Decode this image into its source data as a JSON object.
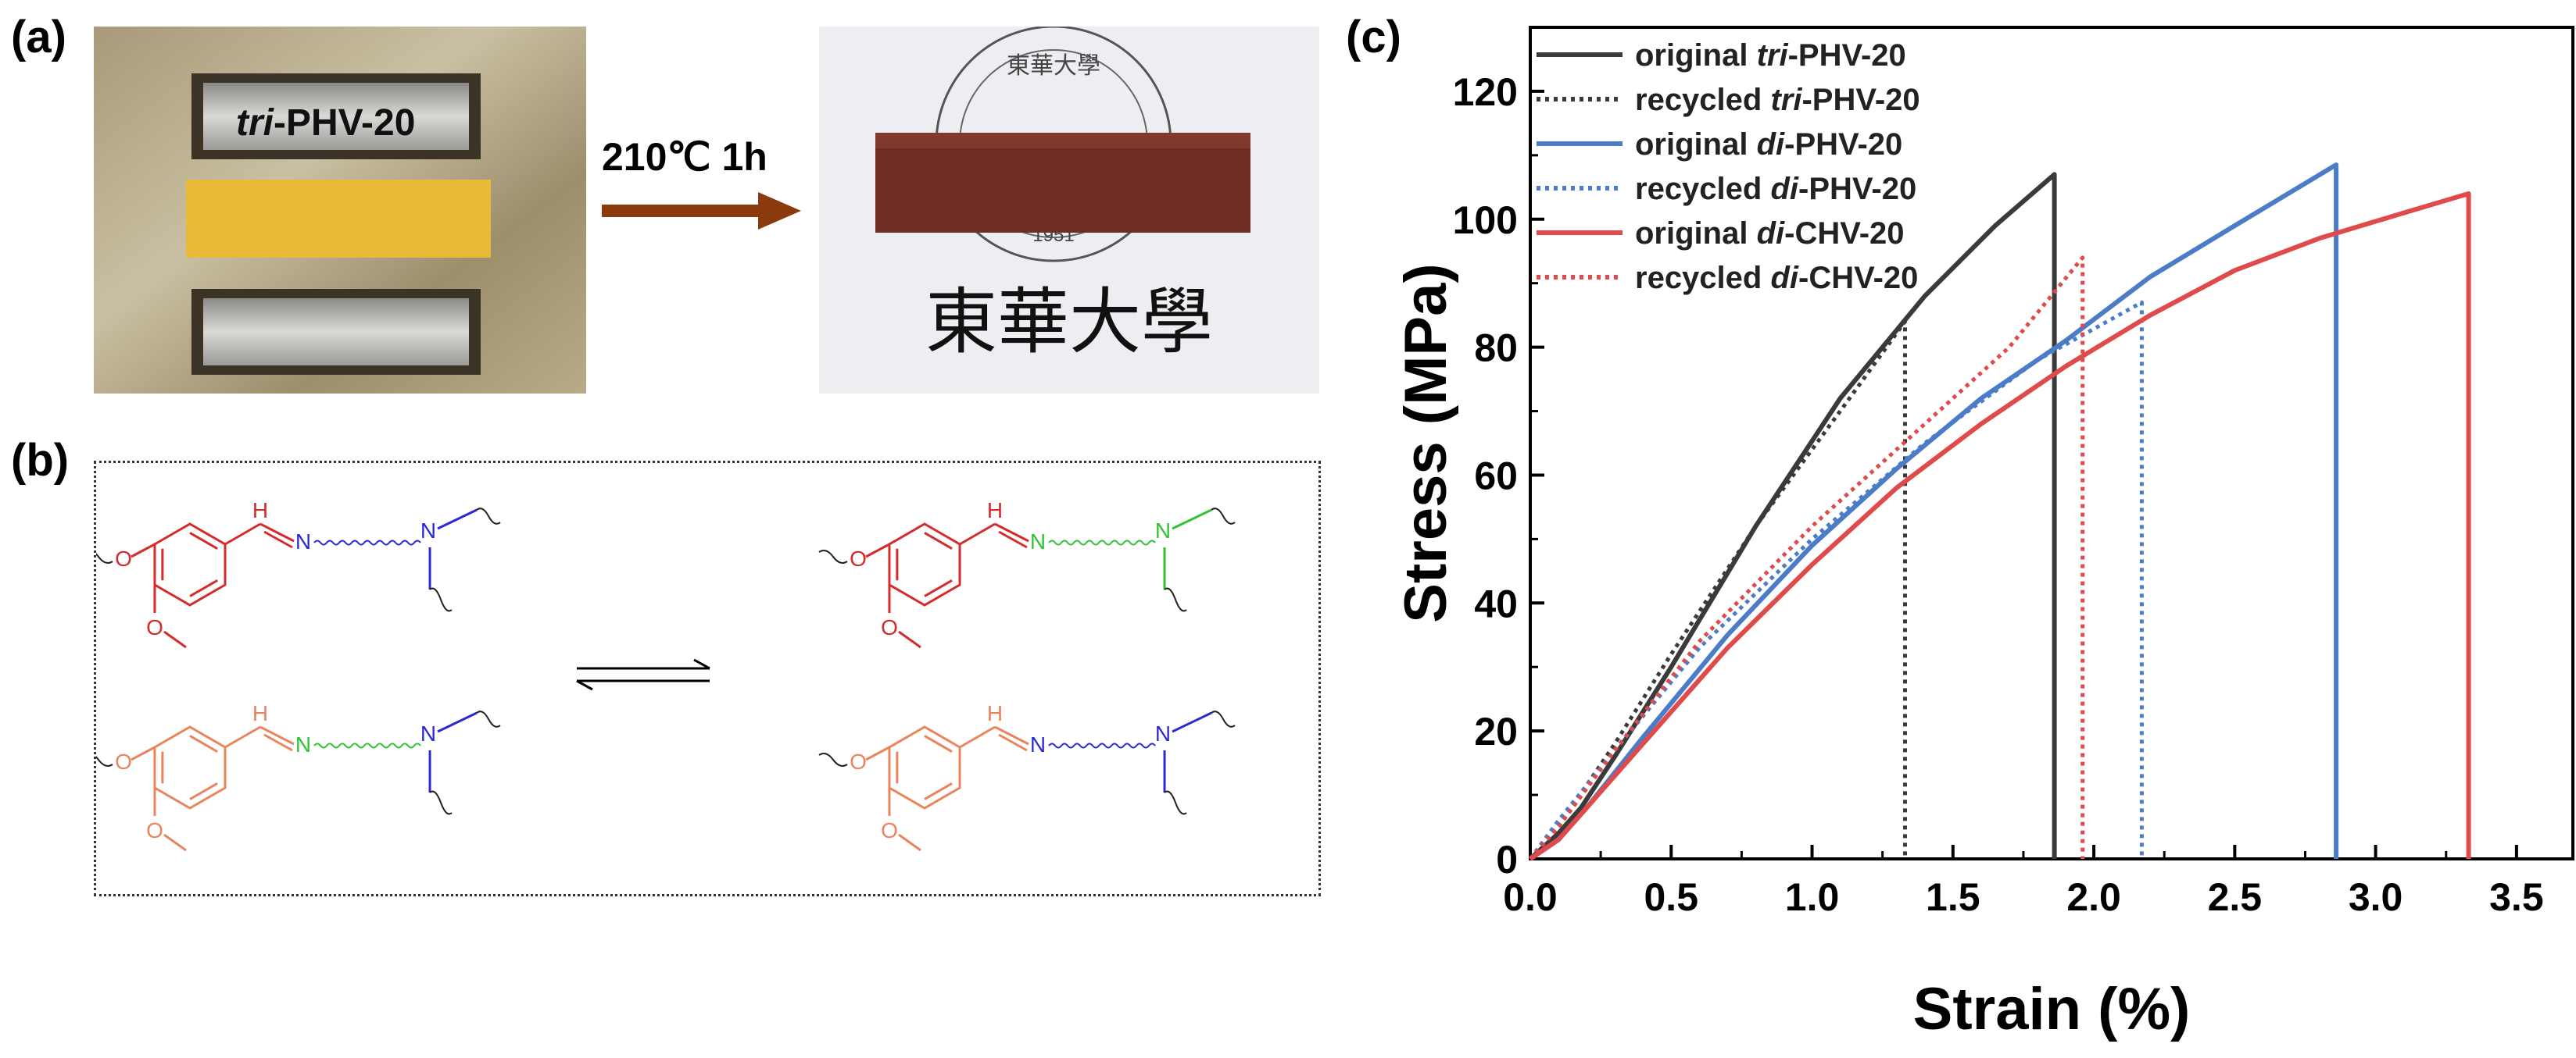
{
  "panels": {
    "a": "(a)",
    "b": "(b)",
    "c": "(c)"
  },
  "photo_a": {
    "sample_label_italic": "tri",
    "sample_label_rest": "-PHV-20",
    "process_label": "210℃ 1h",
    "arrow_color": "#8B3A0E",
    "card_text": "東華大學",
    "seal_text": "東華大學",
    "seal_year": "1951"
  },
  "scheme_b": {
    "atom_N": "N",
    "atom_H": "H",
    "atom_O": "O",
    "colors": {
      "red": "#d42b2b",
      "orange": "#e9855c",
      "green": "#2fc42f",
      "blue": "#2a2ad0",
      "black": "#222222"
    }
  },
  "chart_data": {
    "type": "line",
    "xlabel": "Strain (%)",
    "ylabel": "Stress (MPa)",
    "xlim": [
      0,
      3.7
    ],
    "ylim": [
      0,
      130
    ],
    "xticks": [
      "0.0",
      "0.5",
      "1.0",
      "1.5",
      "2.0",
      "2.5",
      "3.0",
      "3.5"
    ],
    "yticks": [
      "0",
      "20",
      "40",
      "60",
      "80",
      "100",
      "120"
    ],
    "grid": false,
    "legend_position": "top-left",
    "series": [
      {
        "name_prefix": "original ",
        "name_italic": "tri",
        "name_suffix": "-PHV-20",
        "color": "#3a3a3a",
        "dash": "solid",
        "x": [
          0,
          0.1,
          0.18,
          0.3,
          0.5,
          0.8,
          1.1,
          1.4,
          1.65,
          1.86,
          1.86
        ],
        "y": [
          0,
          4,
          8,
          16,
          30,
          52,
          72,
          88,
          99,
          107,
          0
        ]
      },
      {
        "name_prefix": "recycled ",
        "name_italic": "tri",
        "name_suffix": "-PHV-20",
        "color": "#3a3a3a",
        "dash": "dotted",
        "x": [
          0,
          0.1,
          0.3,
          0.5,
          0.8,
          1.1,
          1.33,
          1.33
        ],
        "y": [
          0,
          5,
          18,
          32,
          52,
          70,
          84,
          0
        ]
      },
      {
        "name_prefix": "original ",
        "name_italic": "di",
        "name_suffix": "-PHV-20",
        "color": "#4a7cc8",
        "dash": "solid",
        "x": [
          0,
          0.1,
          0.2,
          0.4,
          0.7,
          1.0,
          1.3,
          1.6,
          1.9,
          2.2,
          2.5,
          2.86,
          2.86
        ],
        "y": [
          0,
          3,
          8,
          19,
          35,
          49,
          61,
          72,
          81,
          91,
          99,
          108.5,
          0
        ]
      },
      {
        "name_prefix": "recycled ",
        "name_italic": "di",
        "name_suffix": "-PHV-20",
        "color": "#4a7cc8",
        "dash": "dotted",
        "x": [
          0,
          0.1,
          0.3,
          0.6,
          1.0,
          1.4,
          1.8,
          2.17,
          2.17
        ],
        "y": [
          0,
          6,
          17,
          33,
          50,
          65,
          78,
          87,
          0
        ]
      },
      {
        "name_prefix": "original ",
        "name_italic": "di",
        "name_suffix": "-CHV-20",
        "color": "#e04a4a",
        "dash": "solid",
        "x": [
          0,
          0.1,
          0.2,
          0.4,
          0.7,
          1.0,
          1.3,
          1.6,
          1.9,
          2.2,
          2.5,
          2.8,
          3.1,
          3.33,
          3.33
        ],
        "y": [
          0,
          3,
          8,
          18,
          33,
          46,
          58,
          68,
          77,
          85,
          92,
          97,
          101,
          104,
          0
        ]
      },
      {
        "name_prefix": "recycled ",
        "name_italic": "di",
        "name_suffix": "-CHV-20",
        "color": "#e04a4a",
        "dash": "dotted",
        "x": [
          0,
          0.1,
          0.3,
          0.6,
          1.0,
          1.4,
          1.7,
          1.96,
          1.96
        ],
        "y": [
          0,
          5,
          17,
          34,
          52,
          68,
          80,
          94,
          0
        ]
      }
    ]
  }
}
